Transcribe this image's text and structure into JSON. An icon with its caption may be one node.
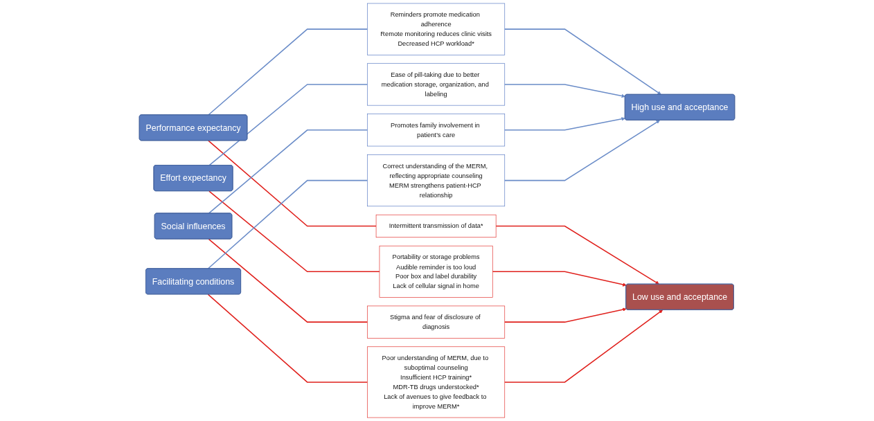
{
  "diagram": {
    "nodes": [
      {
        "text": [
          "Performance expectancy"
        ]
      },
      {
        "text": [
          "Reminders promote medication adherence",
          "Remote monitoring reduces clinic visits",
          "Decreased HCP workload*"
        ]
      },
      {
        "text": [
          "Intermittent transmission of data*"
        ]
      },
      {
        "text": [
          "Effort expectancy"
        ]
      },
      {
        "text": [
          "Portability or storage problems",
          "Audible reminder is too loud",
          "Poor box and label durability",
          "Lack of cellular signal in home"
        ]
      },
      {
        "text": [
          "Ease of pill-taking due to better medication storage, organization, and labeling"
        ]
      },
      {
        "text": [
          "High use and acceptance"
        ]
      },
      {
        "text": [
          "Low use and acceptance"
        ]
      },
      {
        "text": [
          "Social influences"
        ]
      },
      {
        "text": [
          "Stigma and fear of disclosure of diagnosis"
        ]
      },
      {
        "text": [
          "Promotes family involvement in patient’s care"
        ]
      },
      {
        "text": [
          "Poor understanding of MERM, due to suboptimal counseling",
          "Insufficient HCP training*",
          "MDR-TB drugs understocked*",
          "Lack of avenues to give feedback to improve MERM*"
        ]
      },
      {
        "text": [
          "Facilitating conditions"
        ]
      },
      {
        "text": [
          "Correct understanding of the MERM, reflecting appropriate counseling",
          "MERM strengthens patient-HCP relationship"
        ]
      }
    ],
    "edges": [
      {
        "from": 0,
        "to": 1,
        "arrow": "none",
        "color": "#6a8cc8"
      },
      {
        "from": 1,
        "to": 6,
        "arrow": "to",
        "color": "#6a8cc8"
      },
      {
        "from": 0,
        "to": 2,
        "arrow": "none",
        "color": "#e0201c"
      },
      {
        "from": 2,
        "to": 7,
        "arrow": "to",
        "color": "#e0201c"
      },
      {
        "from": 3,
        "to": 5,
        "arrow": "none",
        "color": "#6a8cc8"
      },
      {
        "from": 5,
        "to": 6,
        "arrow": "to",
        "color": "#6a8cc8"
      },
      {
        "from": 3,
        "to": 4,
        "arrow": "none",
        "color": "#e0201c"
      },
      {
        "from": 4,
        "to": 7,
        "arrow": "to",
        "color": "#e0201c"
      },
      {
        "from": 8,
        "to": 10,
        "arrow": "none",
        "color": "#6a8cc8"
      },
      {
        "from": 10,
        "to": 6,
        "arrow": "to",
        "color": "#6a8cc8"
      },
      {
        "from": 8,
        "to": 9,
        "arrow": "none",
        "color": "#e0201c"
      },
      {
        "from": 9,
        "to": 7,
        "arrow": "to",
        "color": "#e0201c"
      },
      {
        "from": 12,
        "to": 13,
        "arrow": "none",
        "color": "#6a8cc8"
      },
      {
        "from": 13,
        "to": 6,
        "arrow": "to",
        "color": "#6a8cc8"
      },
      {
        "from": 12,
        "to": 11,
        "arrow": "none",
        "color": "#e0201c"
      },
      {
        "from": 11,
        "to": 7,
        "arrow": "to",
        "color": "#e0201c"
      }
    ]
  }
}
